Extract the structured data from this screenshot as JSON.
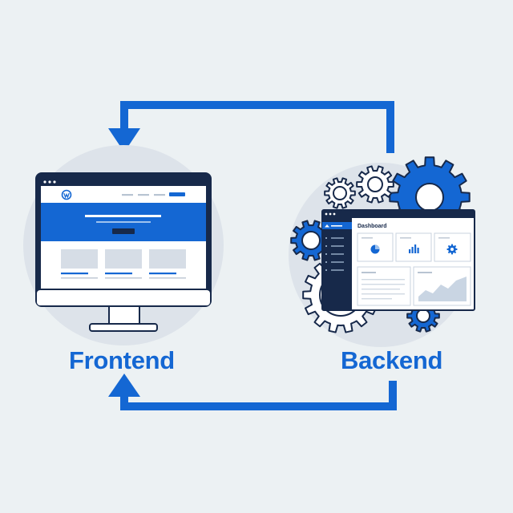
{
  "labels": {
    "frontend": "Frontend",
    "backend": "Backend"
  },
  "backend_panel": {
    "title": "Dashboard"
  },
  "icons": {
    "site_logo": "wordpress-logo-icon",
    "home": "home-icon",
    "pie_chart": "pie-chart-icon",
    "bar_chart": "bar-chart-icon",
    "settings": "gear-icon",
    "area_chart": "area-chart-icon",
    "top_arrow": "arrow-down-icon",
    "bottom_arrow": "arrow-up-icon"
  },
  "colors": {
    "accent": "#1467d3",
    "navy": "#17294a",
    "light_blue": "#dbe6f5",
    "background": "#ecf1f3",
    "halo": "#dde3ea",
    "gray_card": "#d6dde6"
  }
}
